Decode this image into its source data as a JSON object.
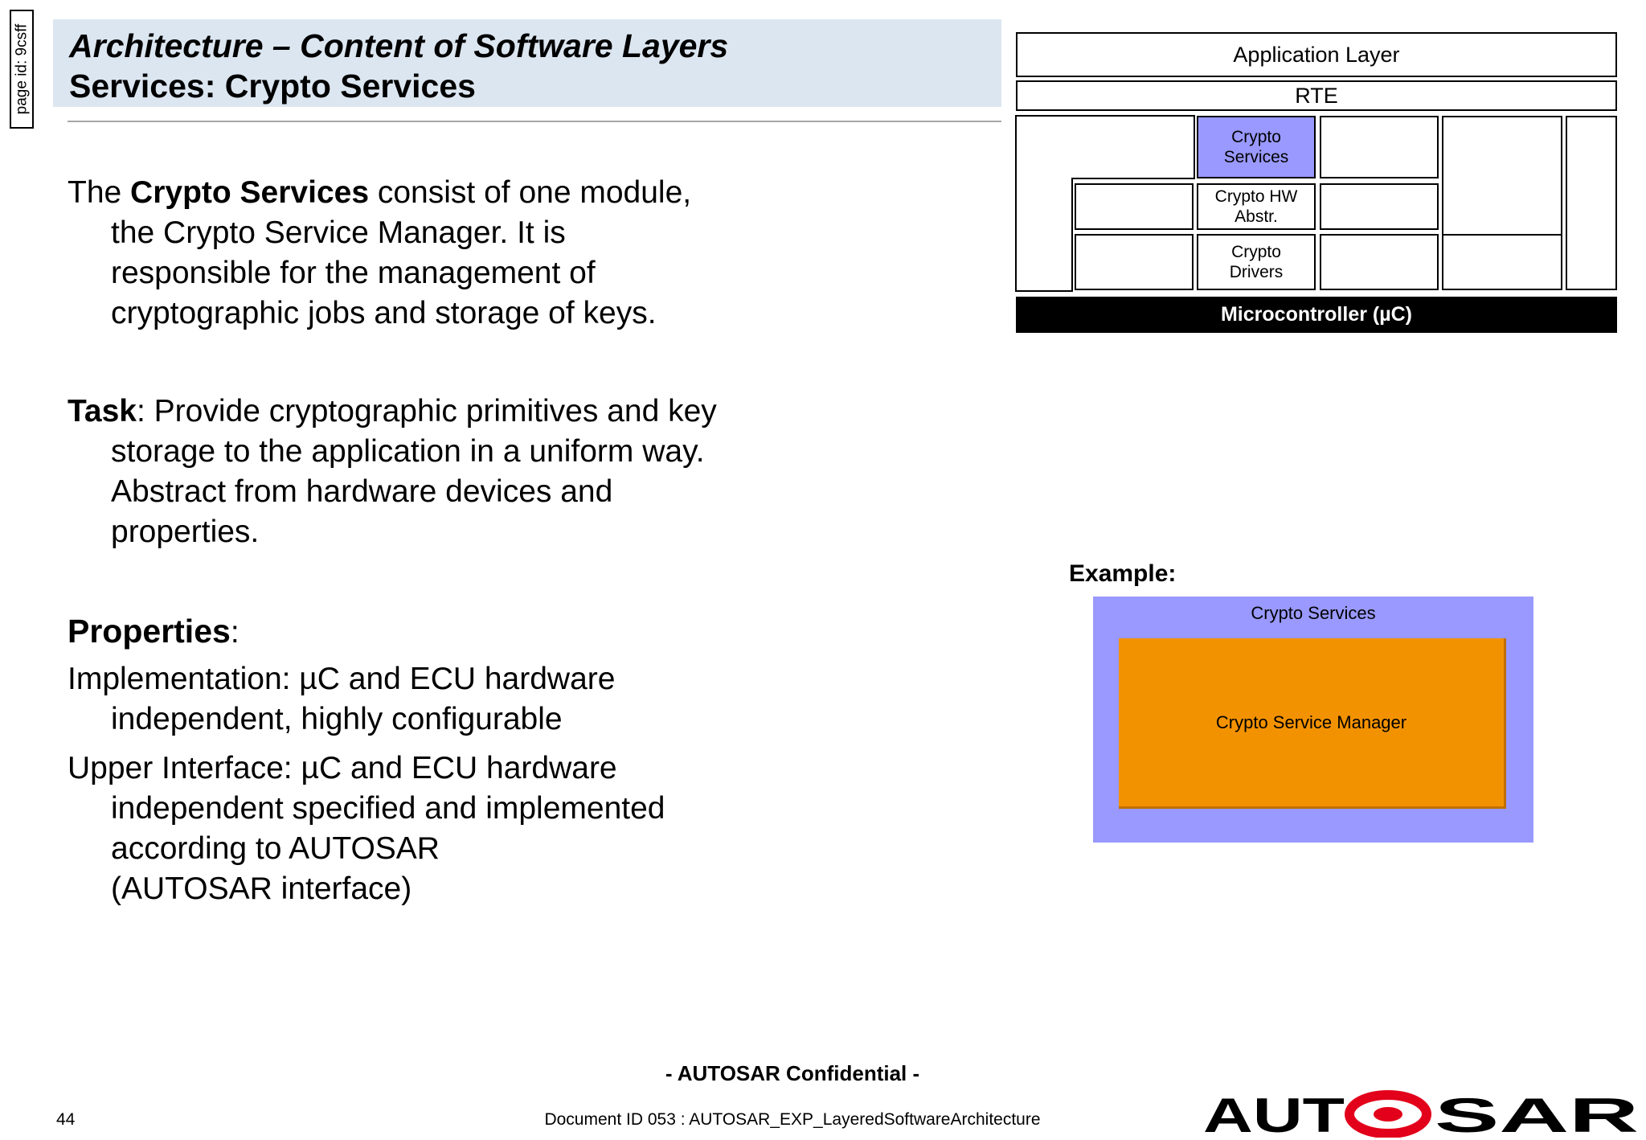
{
  "page_id": "page id: 9csff",
  "title": {
    "line1": "Architecture – Content of Software Layers",
    "line2": "Services: Crypto Services"
  },
  "body": {
    "intro": {
      "prefix": "The ",
      "bold": "Crypto Services",
      "rest": " consist of one module,",
      "lines": [
        "the Crypto Service Manager. It is",
        "responsible for the management of",
        "cryptographic jobs and storage of keys."
      ]
    },
    "task": {
      "bold": "Task",
      "rest": ": Provide cryptographic primitives and key",
      "lines": [
        "storage to the application in a uniform way.",
        "Abstract from hardware devices and",
        "properties."
      ]
    },
    "properties": {
      "bold": "Properties",
      "rest": ":",
      "implementation": [
        "Implementation: µC and ECU hardware",
        "independent, highly configurable"
      ],
      "upper_interface": [
        "Upper Interface: µC and ECU hardware",
        "independent specified and implemented",
        "according to AUTOSAR",
        "(AUTOSAR interface)"
      ]
    }
  },
  "diagram": {
    "application_layer": "Application Layer",
    "rte": "RTE",
    "crypto_services_line1": "Crypto",
    "crypto_services_line2": "Services",
    "crypto_hw_line1": "Crypto HW",
    "crypto_hw_line2": "Abstr.",
    "crypto_drivers_line1": "Crypto",
    "crypto_drivers_line2": "Drivers",
    "microcontroller": "Microcontroller (µC)",
    "highlight_color": "#9999ff"
  },
  "example": {
    "label": "Example:",
    "outer": "Crypto Services",
    "inner": "Crypto Service Manager",
    "outer_color": "#9999ff",
    "inner_color": "#f39200"
  },
  "footer": {
    "confidential": "- AUTOSAR Confidential -",
    "page_number": "44",
    "document_id": "Document ID 053 : AUTOSAR_EXP_LayeredSoftwareArchitecture",
    "logo": "AUTOSAR"
  }
}
